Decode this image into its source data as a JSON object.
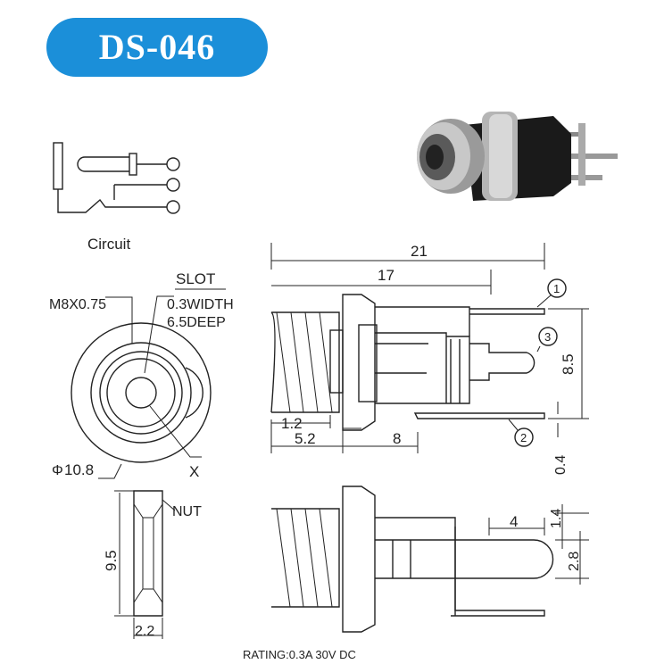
{
  "title": "DS-046",
  "circuit_label": "Circuit",
  "front_view": {
    "thread": "M8X0.75",
    "slot_title": "SLOT",
    "slot_width": "0.3WIDTH",
    "slot_depth": "6.5DEEP",
    "diameter": "10.8",
    "diameter_symbol": "Φ",
    "center_label": "X"
  },
  "nut_view": {
    "label": "NUT",
    "height": "9.5",
    "thickness": "2.2"
  },
  "side_view": {
    "overall_length": "21",
    "body_length": "17",
    "flange": "1.2",
    "thread_length": "5.2",
    "body": "8",
    "pin_spacing": "8.5",
    "pin_thickness": "0.4",
    "pins": [
      "1",
      "2",
      "3"
    ]
  },
  "bottom_view": {
    "pin_length": "4",
    "dim_a": "1.4",
    "dim_b": "2.8"
  },
  "rating": "RATING:0.3A 30V DC",
  "colors": {
    "title_bg": "#1b8fd9"
  }
}
